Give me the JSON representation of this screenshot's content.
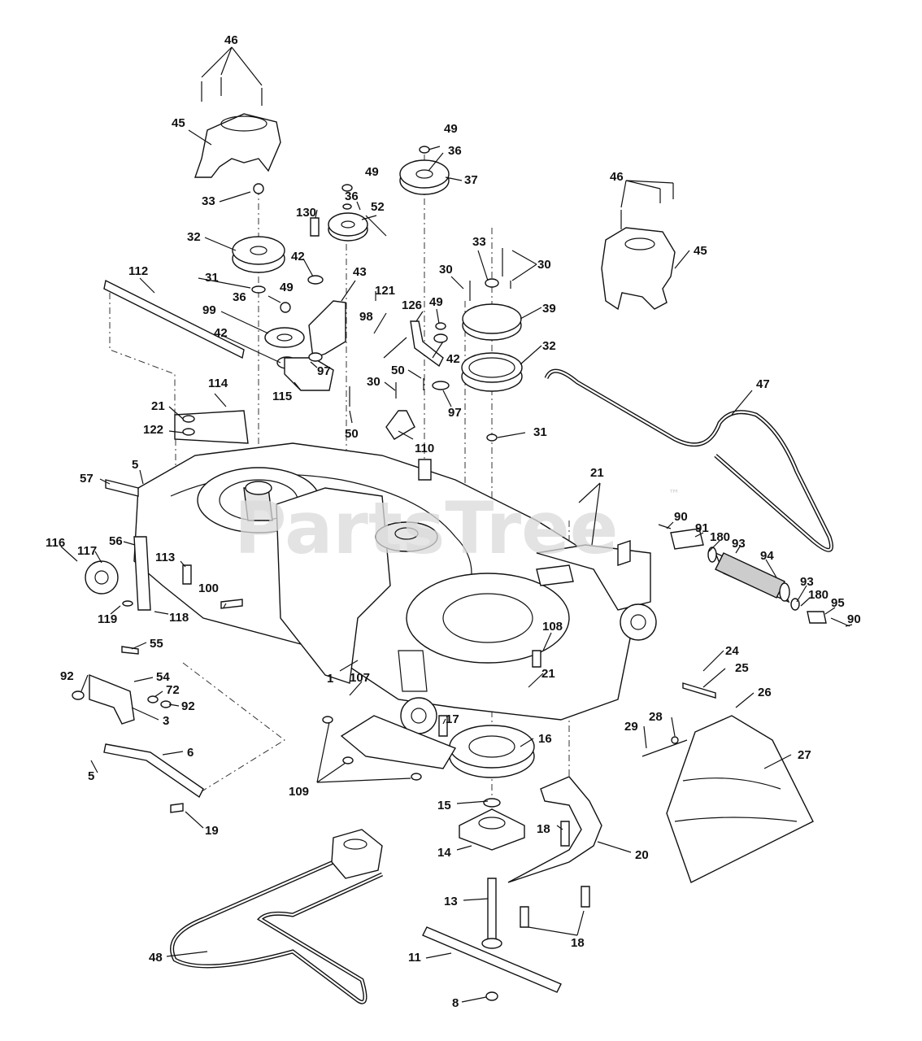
{
  "watermark": {
    "brand": "PartsTree",
    "tm": "™"
  },
  "callouts": [
    {
      "id": "c46a",
      "text": "46"
    },
    {
      "id": "c45a",
      "text": "45"
    },
    {
      "id": "c33a",
      "text": "33"
    },
    {
      "id": "c32a",
      "text": "32"
    },
    {
      "id": "c31a",
      "text": "31"
    },
    {
      "id": "c36a",
      "text": "36"
    },
    {
      "id": "c49a",
      "text": "49"
    },
    {
      "id": "c99",
      "text": "99"
    },
    {
      "id": "c42a",
      "text": "42"
    },
    {
      "id": "c112",
      "text": "112"
    },
    {
      "id": "c130",
      "text": "130"
    },
    {
      "id": "c42b",
      "text": "42"
    },
    {
      "id": "c36b",
      "text": "36"
    },
    {
      "id": "c49b",
      "text": "49"
    },
    {
      "id": "c52",
      "text": "52"
    },
    {
      "id": "c43",
      "text": "43"
    },
    {
      "id": "c97a",
      "text": "97"
    },
    {
      "id": "c115",
      "text": "115"
    },
    {
      "id": "c98",
      "text": "98"
    },
    {
      "id": "c121",
      "text": "121"
    },
    {
      "id": "c50a",
      "text": "50"
    },
    {
      "id": "c49c",
      "text": "49"
    },
    {
      "id": "c36c",
      "text": "36"
    },
    {
      "id": "c37",
      "text": "37"
    },
    {
      "id": "c33b",
      "text": "33"
    },
    {
      "id": "c30a",
      "text": "30"
    },
    {
      "id": "c30b",
      "text": "30"
    },
    {
      "id": "c126",
      "text": "126"
    },
    {
      "id": "c49d",
      "text": "49"
    },
    {
      "id": "c39",
      "text": "39"
    },
    {
      "id": "c42c",
      "text": "42"
    },
    {
      "id": "c32b",
      "text": "32"
    },
    {
      "id": "c50b",
      "text": "50"
    },
    {
      "id": "c97b",
      "text": "97"
    },
    {
      "id": "c30c",
      "text": "30"
    },
    {
      "id": "c110",
      "text": "110"
    },
    {
      "id": "c31b",
      "text": "31"
    },
    {
      "id": "c46b",
      "text": "46"
    },
    {
      "id": "c45b",
      "text": "45"
    },
    {
      "id": "c47",
      "text": "47"
    },
    {
      "id": "c114",
      "text": "114"
    },
    {
      "id": "c21a",
      "text": "21"
    },
    {
      "id": "c122",
      "text": "122"
    },
    {
      "id": "c57",
      "text": "57"
    },
    {
      "id": "c5a",
      "text": "5"
    },
    {
      "id": "c56",
      "text": "56"
    },
    {
      "id": "c116",
      "text": "116"
    },
    {
      "id": "c117",
      "text": "117"
    },
    {
      "id": "c113",
      "text": "113"
    },
    {
      "id": "c100",
      "text": "100"
    },
    {
      "id": "c119",
      "text": "119"
    },
    {
      "id": "c118",
      "text": "118"
    },
    {
      "id": "c21b",
      "text": "21"
    },
    {
      "id": "c90a",
      "text": "90"
    },
    {
      "id": "c91",
      "text": "91"
    },
    {
      "id": "c180a",
      "text": "180"
    },
    {
      "id": "c93a",
      "text": "93"
    },
    {
      "id": "c94",
      "text": "94"
    },
    {
      "id": "c93b",
      "text": "93"
    },
    {
      "id": "c180b",
      "text": "180"
    },
    {
      "id": "c95",
      "text": "95"
    },
    {
      "id": "c90b",
      "text": "90"
    },
    {
      "id": "c108",
      "text": "108"
    },
    {
      "id": "c55",
      "text": "55"
    },
    {
      "id": "c92a",
      "text": "92"
    },
    {
      "id": "c54",
      "text": "54"
    },
    {
      "id": "c72",
      "text": "72"
    },
    {
      "id": "c92b",
      "text": "92"
    },
    {
      "id": "c3",
      "text": "3"
    },
    {
      "id": "c1",
      "text": "1"
    },
    {
      "id": "c107",
      "text": "107"
    },
    {
      "id": "c21c",
      "text": "21"
    },
    {
      "id": "c24",
      "text": "24"
    },
    {
      "id": "c25",
      "text": "25"
    },
    {
      "id": "c26",
      "text": "26"
    },
    {
      "id": "c17",
      "text": "17"
    },
    {
      "id": "c16",
      "text": "16"
    },
    {
      "id": "c29",
      "text": "29"
    },
    {
      "id": "c28",
      "text": "28"
    },
    {
      "id": "c27",
      "text": "27"
    },
    {
      "id": "c6",
      "text": "6"
    },
    {
      "id": "c5b",
      "text": "5"
    },
    {
      "id": "c109",
      "text": "109"
    },
    {
      "id": "c15",
      "text": "15"
    },
    {
      "id": "c19",
      "text": "19"
    },
    {
      "id": "c18a",
      "text": "18"
    },
    {
      "id": "c20",
      "text": "20"
    },
    {
      "id": "c14",
      "text": "14"
    },
    {
      "id": "c13",
      "text": "13"
    },
    {
      "id": "c18b",
      "text": "18"
    },
    {
      "id": "c48",
      "text": "48"
    },
    {
      "id": "c11",
      "text": "11"
    },
    {
      "id": "c8",
      "text": "8"
    }
  ]
}
